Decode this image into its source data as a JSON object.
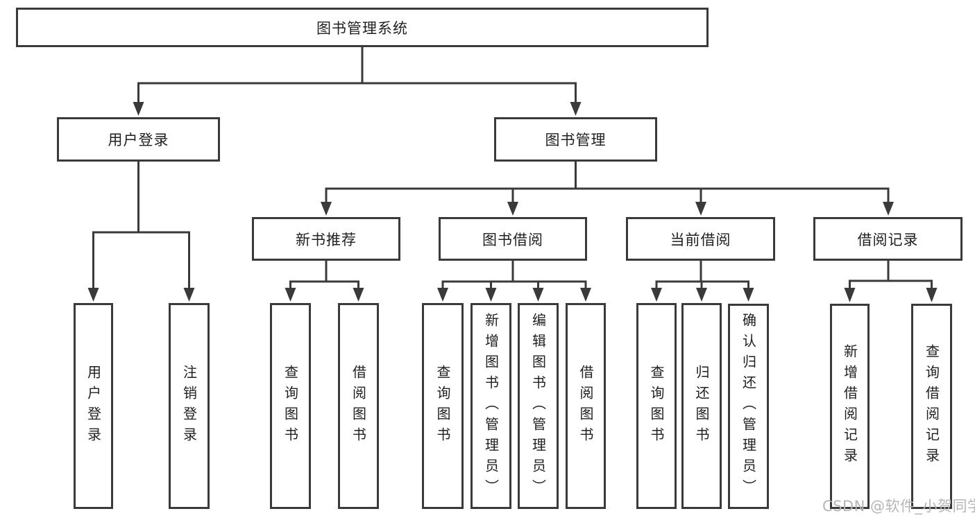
{
  "hierarchy": {
    "root": "图书管理系统",
    "children": [
      {
        "label": "用户登录",
        "children": [
          "用户登录",
          "注销登录"
        ]
      },
      {
        "label": "图书管理",
        "children": [
          {
            "label": "新书推荐",
            "children": [
              "查询图书",
              "借阅图书"
            ]
          },
          {
            "label": "图书借阅",
            "children": [
              "查询图书",
              "新增图书（管理员）",
              "编辑图书（管理员）",
              "借阅图书"
            ]
          },
          {
            "label": "当前借阅",
            "children": [
              "查询图书",
              "归还图书",
              "确认归还（管理员）"
            ]
          },
          {
            "label": "借阅记录",
            "children": [
              "新增借阅记录",
              "查询借阅记录"
            ]
          }
        ]
      }
    ]
  },
  "watermark": {
    "text": "CSDN @软件_小贺同学",
    "color": "#b6b6b6"
  },
  "colors": {
    "line": "#3a3a3a",
    "box_border": "#3a3a3a",
    "box_fill": "#ffffff",
    "text": "#1f1f1f",
    "background": "#ffffff"
  }
}
